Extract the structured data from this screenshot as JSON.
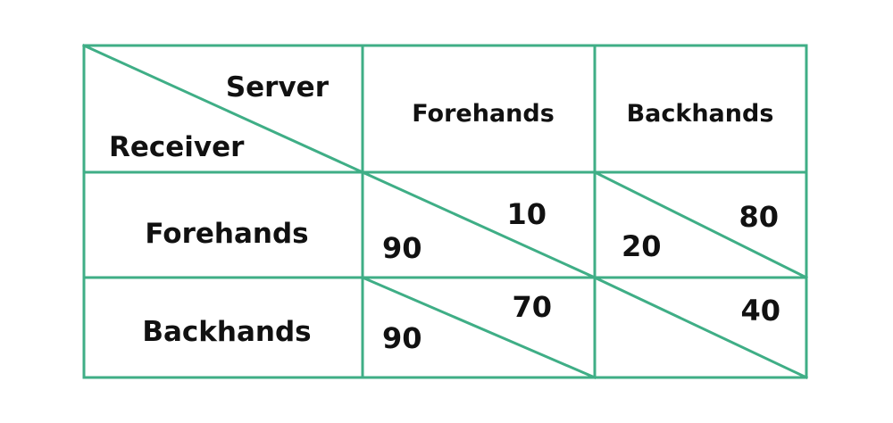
{
  "colors": {
    "grid": "#3fae86",
    "text": "#111111",
    "background": "#ffffff"
  },
  "corner": {
    "top_right_label": "Server",
    "bottom_left_label": "Receiver"
  },
  "column_headers": [
    "Forehands",
    "Backhands"
  ],
  "row_headers": [
    "Forehands",
    "Backhands"
  ],
  "cells": [
    [
      {
        "top_right": "10",
        "bottom_left": "90"
      },
      {
        "top_right": "80",
        "bottom_left": "20"
      }
    ],
    [
      {
        "top_right": "70",
        "bottom_left": "90"
      },
      {
        "top_right": "40",
        "bottom_left": ""
      }
    ]
  ]
}
